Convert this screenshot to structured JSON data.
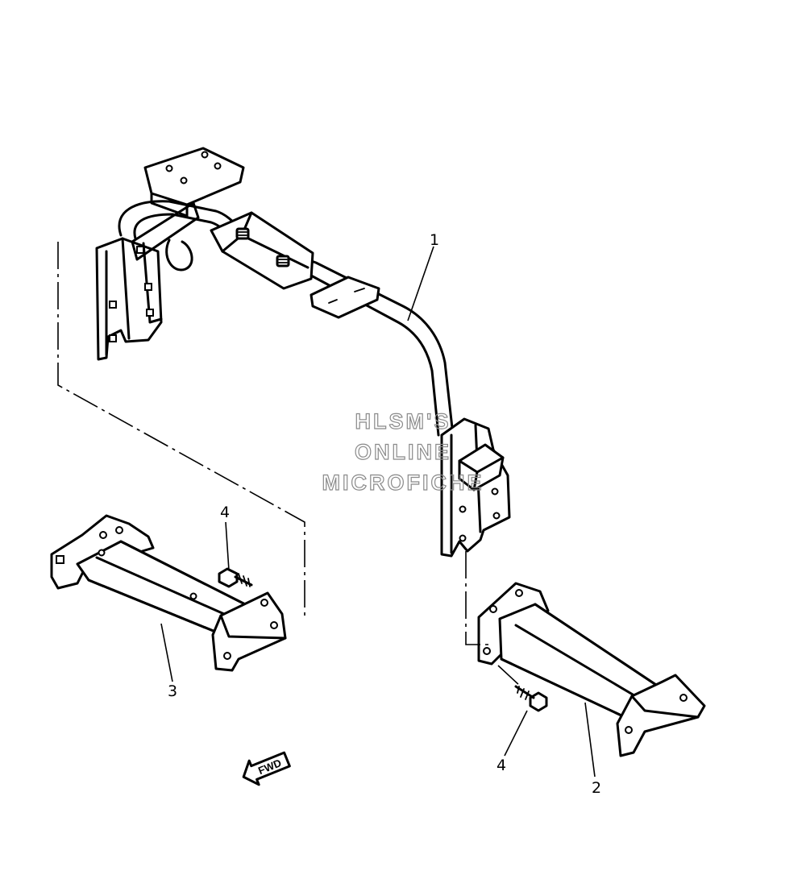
{
  "callouts": {
    "part_1": "1",
    "part_2": "2",
    "part_3": "3",
    "part_4_left": "4",
    "part_4_right": "4"
  },
  "direction_arrow": {
    "label": "FWD"
  },
  "watermark": {
    "line1": "HLSM'S",
    "line2": "ONLINE",
    "line3": "MICROFICHE"
  }
}
